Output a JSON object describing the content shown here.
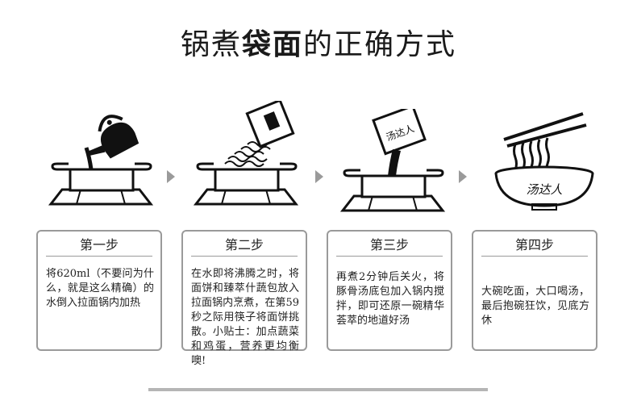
{
  "title": {
    "prefix": "锅煮",
    "bold": "袋面",
    "suffix": "的正确方式"
  },
  "steps": [
    {
      "label": "第一步",
      "text": "将620ml（不要问为什么，就是这么精确）的水倒入拉面锅内加热"
    },
    {
      "label": "第二步",
      "text": "在水即将沸腾之时，将面饼和臻萃什蔬包放入拉面锅内烹煮，在第59秒之际用筷子将面饼挑散。小贴士：加点蔬菜和鸡蛋，营养更均衡噢!"
    },
    {
      "label": "第三步",
      "text": "再煮2分钟后关火，将豚骨汤底包加入锅内搅拌，即可还原一碗精华荟萃的地道好汤"
    },
    {
      "label": "第四步",
      "text": "大碗吃面，大口喝汤，最后抱碗狂饮，见底方休"
    }
  ],
  "illustrations": [
    {
      "icon": "kettle-pouring-into-pot-icon"
    },
    {
      "icon": "noodle-packet-into-pot-icon"
    },
    {
      "icon": "soup-packet-into-pot-icon",
      "packet_text": "汤达人"
    },
    {
      "icon": "noodle-bowl-chopsticks-icon",
      "bowl_text": "汤达人"
    }
  ],
  "colors": {
    "frame": "#9a9a9a",
    "ink": "#111111",
    "text": "#222222"
  }
}
